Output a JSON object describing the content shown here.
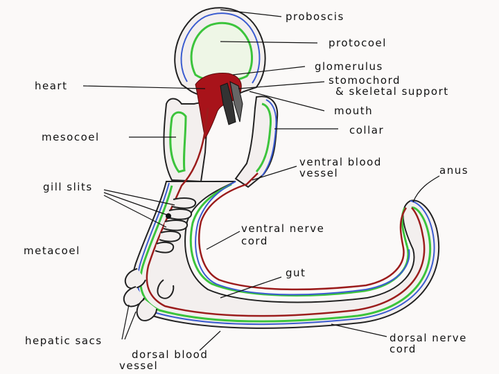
{
  "labels": {
    "proboscis": "proboscis",
    "protocoel": "protocoel",
    "glomerulus": "glomerulus",
    "heart": "heart",
    "stomochord": "stomochord",
    "skeletal_support": "& skeletal support",
    "mouth": "mouth",
    "mesocoel": "mesocoel",
    "collar": "collar",
    "ventral_blood_vessel_1": "ventral blood",
    "ventral_blood_vessel_2": "vessel",
    "anus": "anus",
    "gill_slits": "gill slits",
    "ventral_nerve_cord_1": "ventral nerve",
    "ventral_nerve_cord_2": "cord",
    "metacoel": "metacoel",
    "gut": "gut",
    "hepatic_sacs": "hepatic sacs",
    "dorsal_nerve_cord_1": "dorsal nerve",
    "dorsal_nerve_cord_2": "cord",
    "dorsal_blood_vessel_1": "dorsal blood",
    "dorsal_blood_vessel_2": "vessel"
  },
  "colors": {
    "background": "#fbf9f8",
    "outline": "#222222",
    "blood_vessel": "#9b1c1c",
    "nerve_cord": "#3a5bd0",
    "coelom": "#3cc43c",
    "heart": "#a8131a",
    "body_fill": "#f3efee",
    "cavity_fill": "#eef6e6"
  }
}
